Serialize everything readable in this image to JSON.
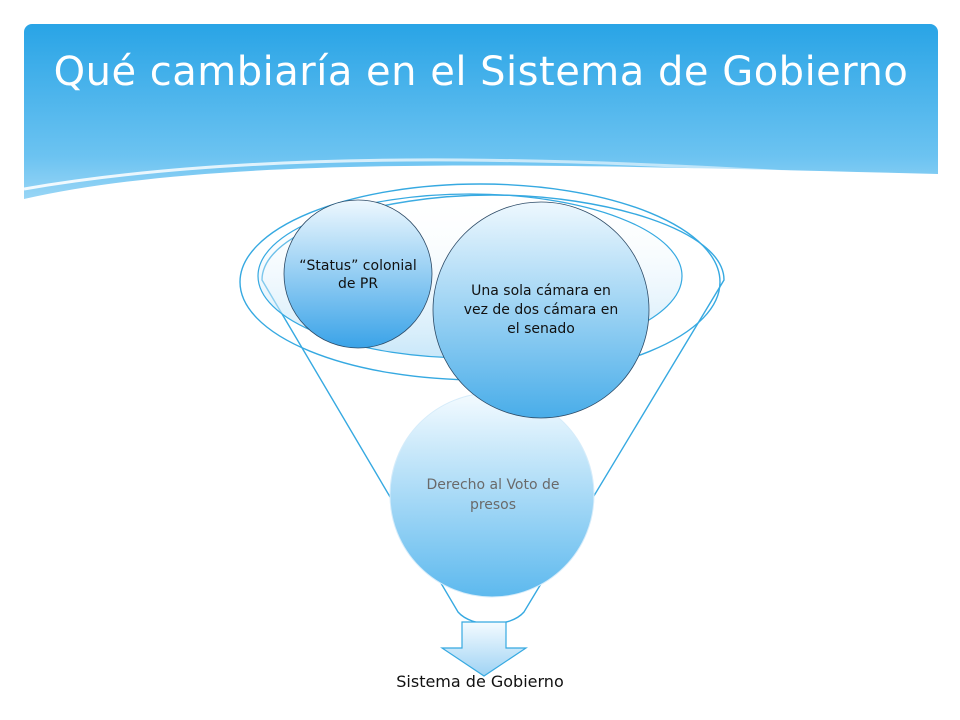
{
  "slide": {
    "title": "Qué cambiaría en el Sistema de Gobierno"
  },
  "diagram": {
    "type": "funnel",
    "items": [
      {
        "label": "“Status” colonial de PR"
      },
      {
        "label": "Una sola cámara en vez de dos cámara en el senado"
      },
      {
        "label": "Derecho al Voto de presos"
      }
    ],
    "result_label": "Sistema de Gobierno"
  },
  "colors": {
    "header_top": "#2aa7e8",
    "header_bottom": "#8fd2f6",
    "circle_light": "#e4f3fc",
    "circle_dark": "#3aa6ea",
    "funnel_line": "#36a9e1"
  }
}
